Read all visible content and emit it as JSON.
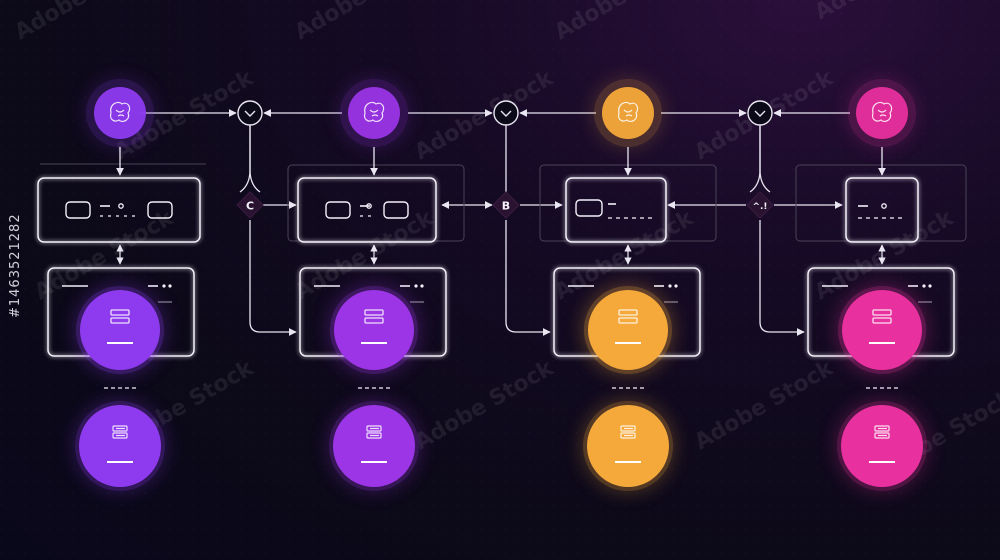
{
  "watermark": "Adobe Stock",
  "stock_id": "#1463521282",
  "colors": {
    "background": "#0c0918",
    "line": "#e9e6f2",
    "panel_stroke": "#f4f1fa",
    "guide_stroke": "#4a4358",
    "purple": "#8e3bf0",
    "violet": "#9b35e6",
    "amber": "#f5a93a",
    "pink": "#e8309e"
  },
  "columns": [
    {
      "id": "col-1",
      "accent": "purple",
      "top_icon": "brain-icon",
      "bottom_icon": "stacked-bars-icon"
    },
    {
      "id": "col-2",
      "accent": "violet",
      "top_icon": "brain-icon",
      "bottom_icon": "stacked-bars-icon"
    },
    {
      "id": "col-3",
      "accent": "amber",
      "top_icon": "brain-icon",
      "bottom_icon": "stacked-bars-icon"
    },
    {
      "id": "col-4",
      "accent": "pink",
      "top_icon": "brain-icon",
      "bottom_icon": "stacked-bars-icon"
    }
  ],
  "top_connectors": [
    {
      "id": "conn-1",
      "icon": "chevron-down-icon"
    },
    {
      "id": "conn-2",
      "icon": "chevron-down-icon"
    },
    {
      "id": "conn-3",
      "icon": "chevron-down-icon"
    }
  ],
  "junctions": [
    {
      "id": "junction-c",
      "label": "C"
    },
    {
      "id": "junction-b",
      "label": "B"
    },
    {
      "id": "junction-3",
      "label": "^.!"
    }
  ]
}
